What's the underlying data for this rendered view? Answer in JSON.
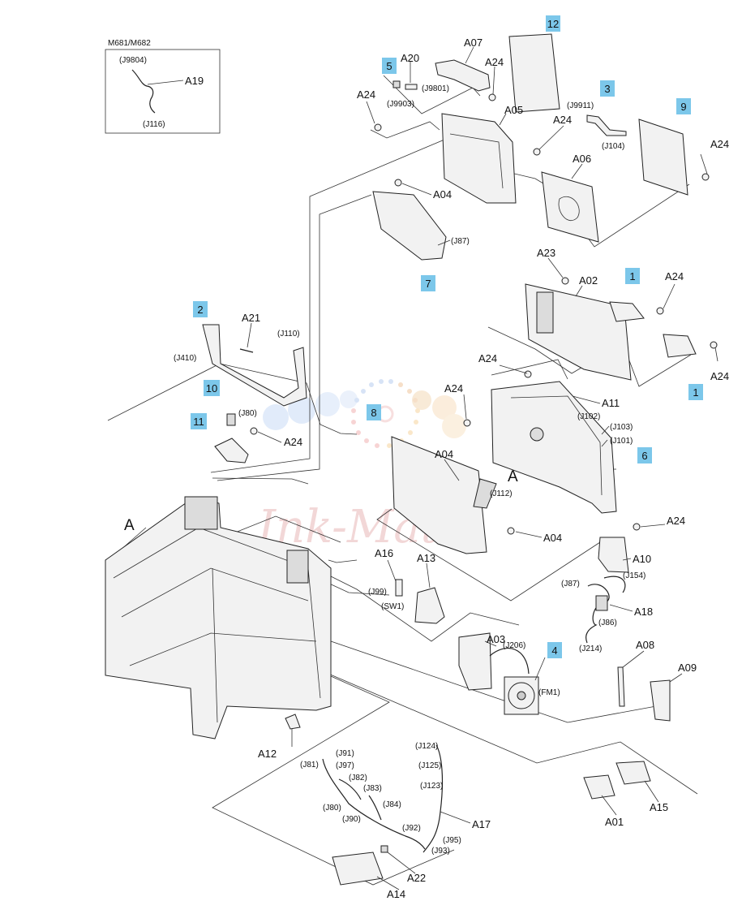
{
  "inset": {
    "title": "M681/M682",
    "label": "A19",
    "connectors": [
      "(J9804)",
      "(J116)"
    ]
  },
  "callouts": [
    {
      "text": "A20"
    },
    {
      "text": "A07"
    },
    {
      "text": "A24"
    },
    {
      "text": "(J9801)"
    },
    {
      "text": "(J9903)"
    },
    {
      "text": "A24"
    },
    {
      "text": "A05"
    },
    {
      "text": "A24"
    },
    {
      "text": "(J9911)"
    },
    {
      "text": "(J104)"
    },
    {
      "text": "A24"
    },
    {
      "text": "A06"
    },
    {
      "text": "A04"
    },
    {
      "text": "(J87)"
    },
    {
      "text": "A23"
    },
    {
      "text": "A02"
    },
    {
      "text": "A24"
    },
    {
      "text": "A24"
    },
    {
      "text": "A21"
    },
    {
      "text": "(J110)"
    },
    {
      "text": "(J410)"
    },
    {
      "text": "(J80)"
    },
    {
      "text": "A24"
    },
    {
      "text": "A24"
    },
    {
      "text": "A24"
    },
    {
      "text": "A11"
    },
    {
      "text": "(J102)"
    },
    {
      "text": "(J103)"
    },
    {
      "text": "(J101)"
    },
    {
      "text": "A04"
    },
    {
      "text": "(J112)"
    },
    {
      "text": "A04"
    },
    {
      "text": "A24"
    },
    {
      "text": "A10"
    },
    {
      "text": "(J154)"
    },
    {
      "text": "(J87)"
    },
    {
      "text": "A16"
    },
    {
      "text": "A13"
    },
    {
      "text": "(J99)"
    },
    {
      "text": "(SW1)"
    },
    {
      "text": "A18"
    },
    {
      "text": "(J86)"
    },
    {
      "text": "(J214)"
    },
    {
      "text": "A03"
    },
    {
      "text": "(J206)"
    },
    {
      "text": "(FM1)"
    },
    {
      "text": "A08"
    },
    {
      "text": "A09"
    },
    {
      "text": "A12"
    },
    {
      "text": "(J124)"
    },
    {
      "text": "(J91)"
    },
    {
      "text": "(J97)"
    },
    {
      "text": "(J81)"
    },
    {
      "text": "(J125)"
    },
    {
      "text": "(J82)"
    },
    {
      "text": "(J83)"
    },
    {
      "text": "(J123)"
    },
    {
      "text": "(J84)"
    },
    {
      "text": "(J80)"
    },
    {
      "text": "(J90)"
    },
    {
      "text": "A17"
    },
    {
      "text": "(J92)"
    },
    {
      "text": "(J95)"
    },
    {
      "text": "(J93)"
    },
    {
      "text": "A22"
    },
    {
      "text": "A14"
    },
    {
      "text": "A01"
    },
    {
      "text": "A15"
    }
  ],
  "section_marks": [
    "A",
    "A"
  ],
  "badges": [
    "12",
    "5",
    "3",
    "9",
    "7",
    "1",
    "1",
    "2",
    "10",
    "11",
    "8",
    "6",
    "4"
  ],
  "watermark": "Ink-Mate"
}
